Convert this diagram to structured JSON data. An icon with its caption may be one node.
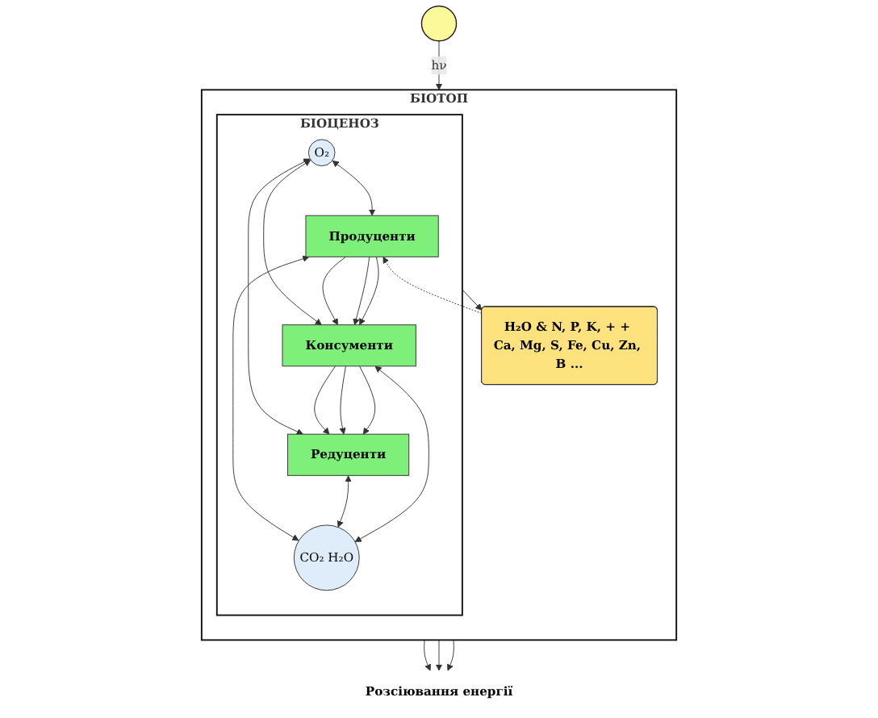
{
  "diagram": {
    "nodes": [
      {
        "text": [],
        "shape": "circle"
      },
      {
        "text": [
          "БІОТОП"
        ]
      },
      {
        "text": [
          "БІОЦЕНОЗ"
        ],
        "in": 1
      },
      {
        "text": [
          "Продуценти"
        ],
        "in": 2
      },
      {
        "text": [
          "O₂"
        ],
        "in": 2
      },
      {
        "text": [
          "Консументи"
        ],
        "in": 2
      },
      {
        "text": [
          "CO₂ H₂O"
        ],
        "in": 2
      },
      {
        "text": [
          "Редуценти"
        ],
        "in": 2
      },
      {
        "text": [
          "H₂O & N, P, K, + + Ca, Mg, S, Fe, Cu, Zn, B ..."
        ],
        "in": 1
      },
      {
        "text": [
          "Розсіювання енергії"
        ]
      }
    ],
    "edges": [
      {
        "from": 0,
        "to": 1,
        "label": "hν",
        "arrow": "to"
      },
      {
        "from": 4,
        "to": 3,
        "arrow": "both"
      },
      {
        "from": 6,
        "to": 3,
        "arrow": "both"
      },
      {
        "from": 3,
        "to": 5,
        "arrow": "to"
      },
      {
        "from": 3,
        "to": 5,
        "arrow": "to"
      },
      {
        "from": 3,
        "to": 5,
        "arrow": "to"
      },
      {
        "from": 4,
        "to": 5,
        "arrow": "both"
      },
      {
        "from": 5,
        "to": 6,
        "arrow": "both"
      },
      {
        "from": 5,
        "to": 7,
        "arrow": "to"
      },
      {
        "from": 5,
        "to": 7,
        "arrow": "to"
      },
      {
        "from": 5,
        "to": 7,
        "arrow": "to"
      },
      {
        "from": 4,
        "to": 7,
        "arrow": "both"
      },
      {
        "from": 7,
        "to": 6,
        "arrow": "both"
      },
      {
        "from": 2,
        "to": 8,
        "arrow": "to"
      },
      {
        "from": 8,
        "to": 3,
        "arrow": "to",
        "style": "dashed"
      },
      {
        "from": 1,
        "to": 9,
        "arrow": "to"
      },
      {
        "from": 1,
        "to": 9,
        "arrow": "to"
      },
      {
        "from": 1,
        "to": 9,
        "arrow": "to"
      }
    ]
  }
}
